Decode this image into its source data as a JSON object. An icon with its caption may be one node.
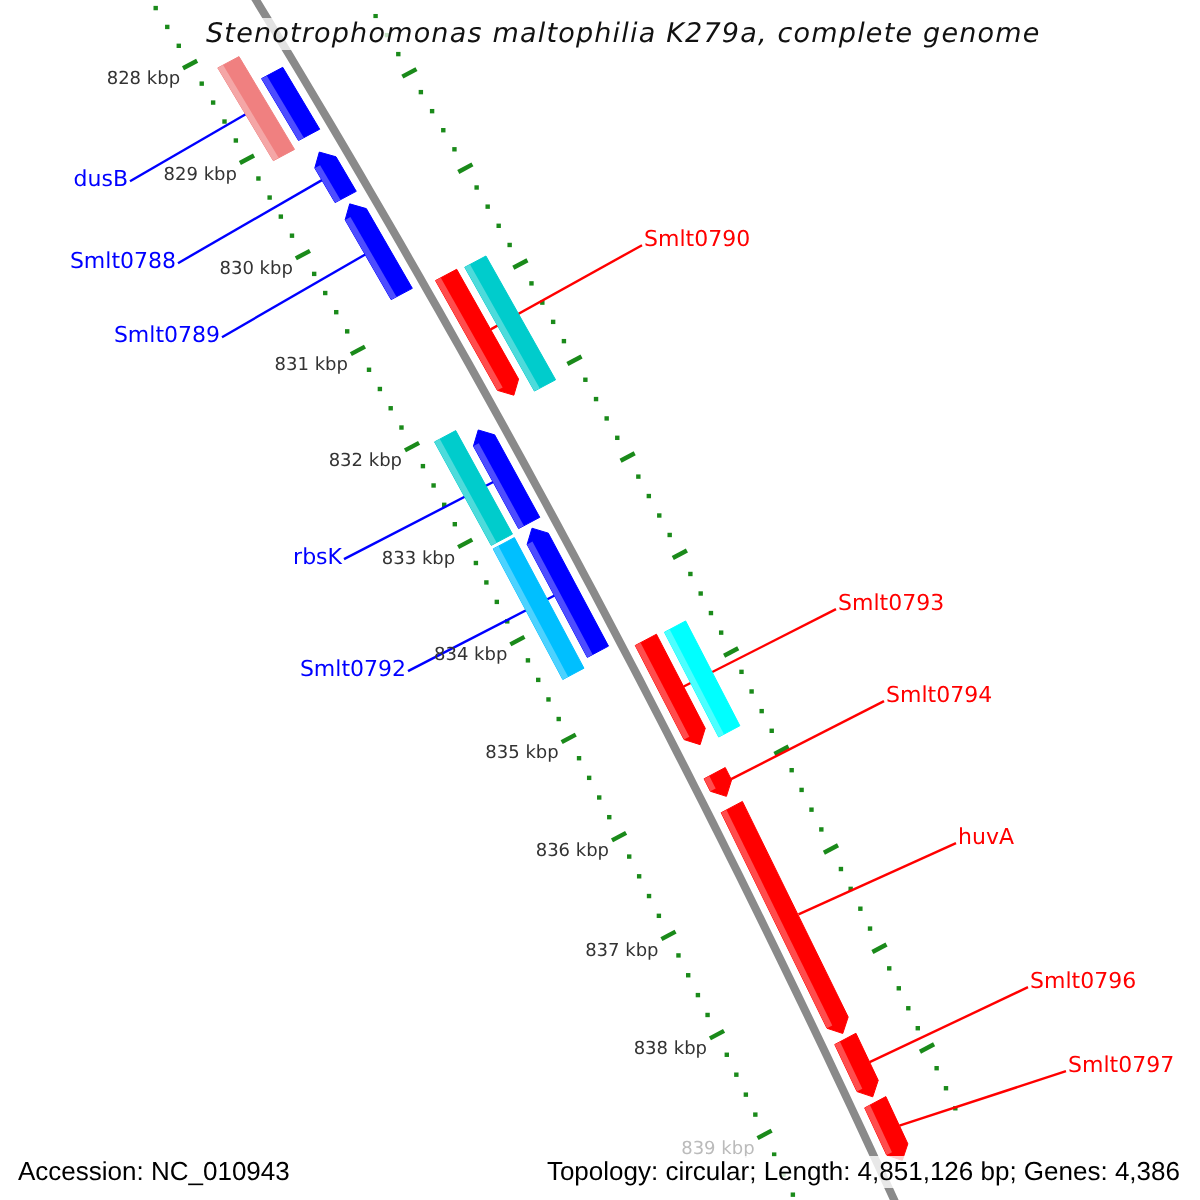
{
  "diagram": {
    "title": "Stenotrophomonas maltophilia K279a, complete genome",
    "nodes": [
      {
        "text": [],
        "shape": "bar"
      },
      {
        "text": [],
        "shape": "bar"
      },
      {
        "text": [
          "dusB"
        ]
      },
      {
        "text": [],
        "shape": "arrow"
      },
      {
        "text": [],
        "shape": "arrow"
      },
      {
        "text": [
          "Smlt0790"
        ]
      },
      {
        "text": [
          "Smlt0788"
        ]
      },
      {
        "text": [],
        "shape": "arrow"
      },
      {
        "text": [],
        "shape": "bar"
      },
      {
        "text": [
          "Smlt0789"
        ]
      },
      {
        "text": [],
        "shape": "bar"
      },
      {
        "text": [],
        "shape": "arrow"
      },
      {
        "text": [
          "rbsK"
        ]
      },
      {
        "text": [],
        "shape": "bar"
      },
      {
        "text": [],
        "shape": "arrow"
      },
      {
        "text": [
          "Smlt0793"
        ]
      },
      {
        "text": [
          "Smlt0792"
        ]
      },
      {
        "text": [],
        "shape": "arrow"
      },
      {
        "text": [],
        "shape": "bar"
      },
      {
        "text": [
          "Smlt0794"
        ]
      },
      {
        "text": [],
        "shape": "arrow"
      },
      {
        "text": [],
        "shape": "arrow"
      },
      {
        "text": [
          "huvA"
        ]
      },
      {
        "text": [],
        "shape": "arrow"
      },
      {
        "text": [
          "Smlt0796"
        ]
      },
      {
        "text": [],
        "shape": "arrow"
      },
      {
        "text": [
          "Smlt0797"
        ]
      }
    ],
    "edges": [
      {
        "from": 2,
        "to": 1,
        "arrow": "none",
        "color": "#0000ff"
      },
      {
        "from": 6,
        "to": 3,
        "arrow": "none",
        "color": "#0000ff"
      },
      {
        "from": 9,
        "to": 4,
        "arrow": "none",
        "color": "#0000ff"
      },
      {
        "from": 5,
        "to": 7,
        "arrow": "none"
      },
      {
        "from": 12,
        "to": 11,
        "arrow": "none",
        "color": "#0000ff"
      },
      {
        "from": 16,
        "to": 14,
        "arrow": "none",
        "color": "#0000ff"
      },
      {
        "from": 15,
        "to": 17,
        "arrow": "none"
      },
      {
        "from": 19,
        "to": 20,
        "arrow": "none"
      },
      {
        "from": 22,
        "to": 21,
        "arrow": "none"
      },
      {
        "from": 24,
        "to": 23,
        "arrow": "none"
      },
      {
        "from": 26,
        "to": 25,
        "arrow": "none"
      }
    ],
    "labels": [
      "828 kbp",
      "829 kbp",
      "830 kbp",
      "831 kbp",
      "832 kbp",
      "833 kbp",
      "834 kbp",
      "835 kbp",
      "836 kbp",
      "837 kbp",
      "838 kbp",
      "839 kbp",
      "Accession: NC_010943",
      "Topology: circular; Length: 4,851,126 bp; Genes: 4,386"
    ]
  }
}
